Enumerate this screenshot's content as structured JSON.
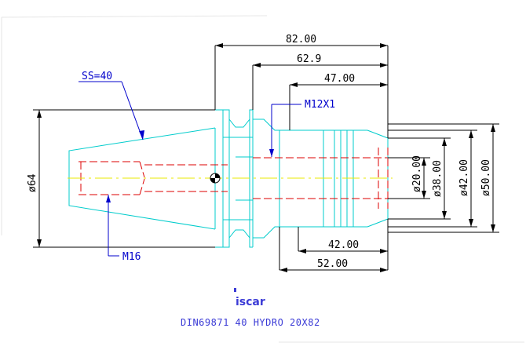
{
  "drawing": {
    "colors": {
      "outline": "#00cccc",
      "hidden": "#dd0000",
      "center": "#e8e800",
      "dimension": "#000000",
      "leader": "#0000cc",
      "caption": "#3b3bd6"
    },
    "dimensions": {
      "overall_length": "82.00",
      "length_2": "62.9",
      "length_3": "47.00",
      "length_4": "42.00",
      "length_5": "52.00",
      "dia_bore": "ø20.00",
      "dia_38": "ø38.00",
      "dia_42": "ø42.00",
      "dia_50": "ø50.00",
      "dia_flange": "ø64"
    },
    "labels": {
      "taper": "SS=40",
      "thread": "M12X1",
      "pull_stud_thread": "M16"
    },
    "logo": "iscar",
    "caption": "DIN69871 40 HYDRO 20X82"
  }
}
